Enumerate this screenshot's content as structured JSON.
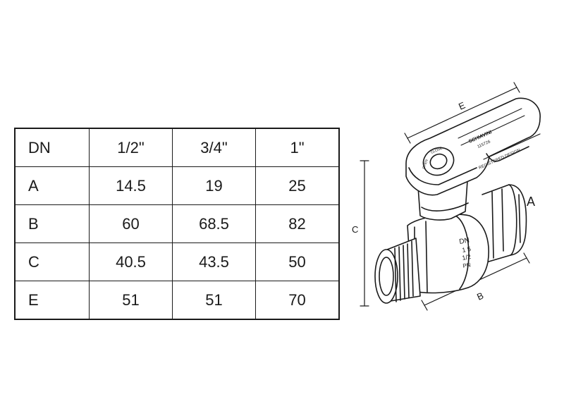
{
  "table": {
    "header": [
      "DN",
      "1/2\"",
      "3/4\"",
      "1\""
    ],
    "rows": [
      [
        "A",
        "14.5",
        "19",
        "25"
      ],
      [
        "B",
        "60",
        "68.5",
        "82"
      ],
      [
        "C",
        "40.5",
        "43.5",
        "50"
      ],
      [
        "E",
        "51",
        "51",
        "70"
      ]
    ]
  },
  "drawing": {
    "dim_labels": {
      "a": "A",
      "b": "B",
      "c": "C",
      "e": "E"
    },
    "body_markings": [
      "DN",
      "1 5",
      "1/2",
      "PN"
    ],
    "handle_markings": {
      "brand": "SCHIAVINI",
      "code": "115726",
      "tagline": "REGISTERED DESIGN",
      "dial_top": "CLOSE",
      "dial_side": "OPEN"
    }
  }
}
